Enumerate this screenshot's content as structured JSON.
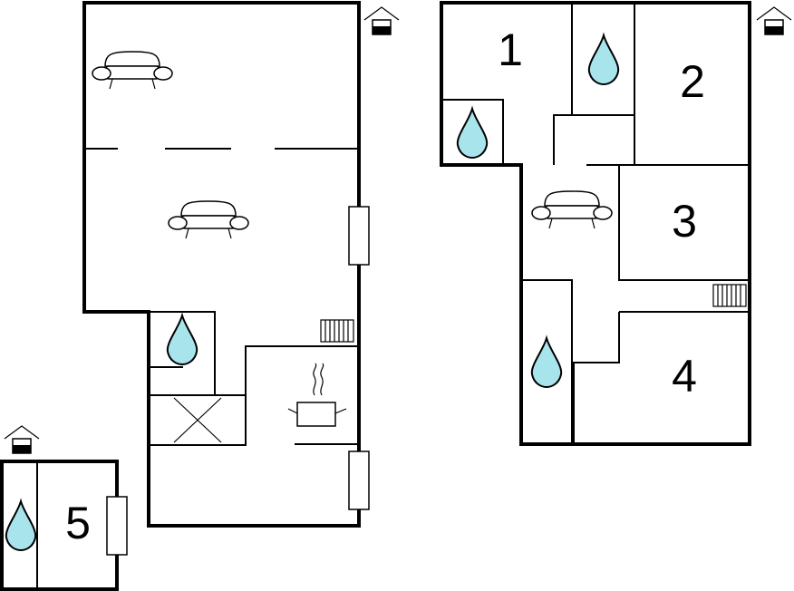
{
  "rooms": {
    "r1": "1",
    "r2": "2",
    "r3": "3",
    "r4": "4",
    "r5": "5"
  },
  "icons": {
    "bathroom": "water-drop-icon",
    "living": "sofa-icon",
    "kitchen": "cooking-pot-icon",
    "heater": "radiator-icon",
    "stairs": "stair-void-cross-icon",
    "entrance": "house-entrance-icon",
    "window": "window-icon"
  },
  "colors": {
    "water": "#a8e4ec",
    "wall": "#000000",
    "background": "#ffffff"
  }
}
